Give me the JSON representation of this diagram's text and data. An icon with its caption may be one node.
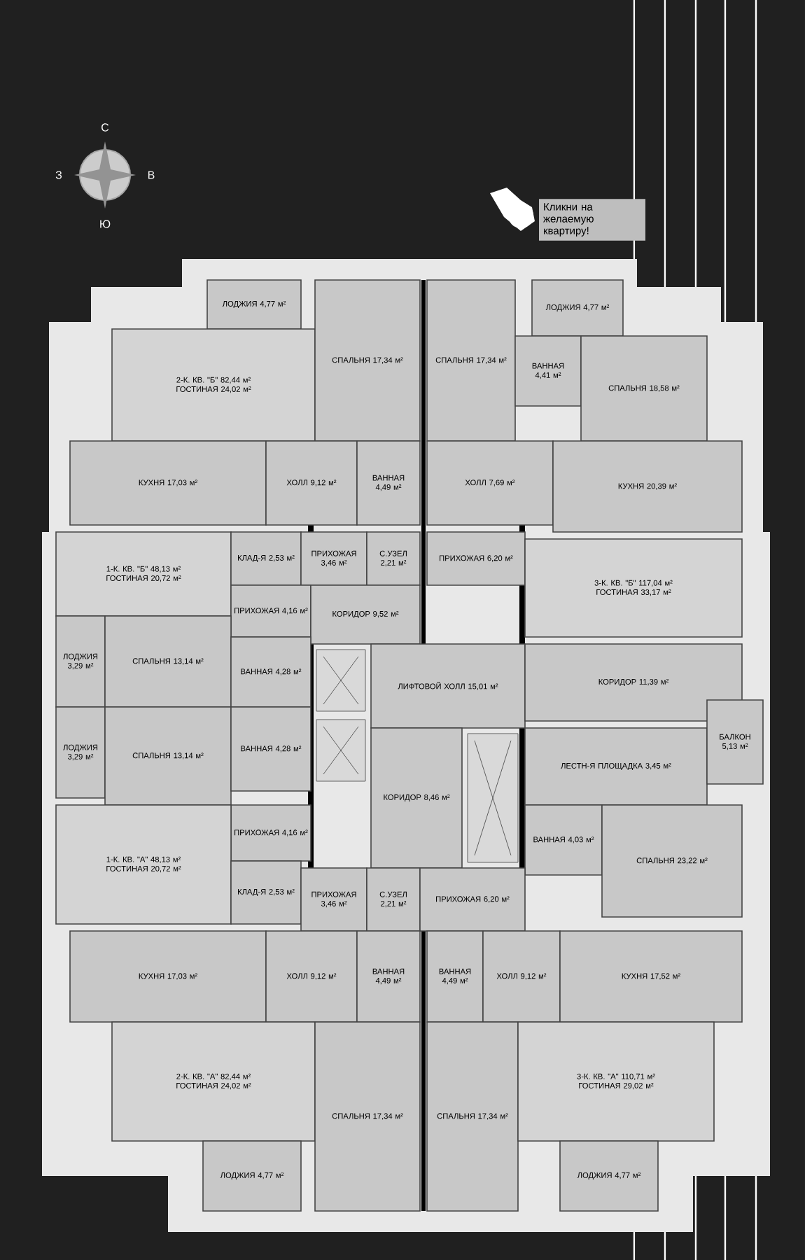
{
  "diagram": {
    "nodes": [
      {
        "text": [
          "ЛОДЖИЯ 4,77 м²"
        ]
      },
      {
        "text": [
          "2-К. КВ. \"Б\" 82,44 м²",
          "ГОСТИНАЯ 24,02 м²"
        ]
      },
      {
        "text": [
          "СПАЛЬНЯ 17,34 м²"
        ]
      },
      {
        "text": [
          "КУХНЯ 17,03 м²"
        ]
      },
      {
        "text": [
          "ХОЛЛ 9,12 м²"
        ]
      },
      {
        "text": [
          "ВАННАЯ 4,49 м²"
        ]
      },
      {
        "text": [
          "СПАЛЬНЯ 17,34 м²"
        ]
      },
      {
        "text": [
          "ЛОДЖИЯ 4,77 м²"
        ]
      },
      {
        "text": [
          "ВАННАЯ 4,41 м²"
        ]
      },
      {
        "text": [
          "СПАЛЬНЯ 18,58 м²"
        ]
      },
      {
        "text": [
          "ХОЛЛ 7,69 м²"
        ]
      },
      {
        "text": [
          "КУХНЯ 20,39 м²"
        ]
      },
      {
        "text": [
          "1-К. КВ. \"Б\" 48,13 м²",
          "ГОСТИНАЯ 20,72 м²"
        ]
      },
      {
        "text": [
          "КЛАД-Я 2,53 м²"
        ]
      },
      {
        "text": [
          "ПРИХОЖАЯ 3,46 м²"
        ]
      },
      {
        "text": [
          "С.УЗЕЛ 2,21 м²"
        ]
      },
      {
        "text": [
          "ПРИХОЖАЯ 6,20 м²"
        ]
      },
      {
        "text": [
          "3-К. КВ. \"Б\" 117,04 м²",
          "ГОСТИНАЯ 33,17 м²"
        ]
      },
      {
        "text": [
          "ПРИХОЖАЯ 4,16 м²"
        ]
      },
      {
        "text": [
          "КОРИДОР 9,52 м²"
        ]
      },
      {
        "text": [
          "ЛОДЖИЯ 3,29 м²"
        ]
      },
      {
        "text": [
          "СПАЛЬНЯ 13,14 м²"
        ]
      },
      {
        "text": [
          "ВАННАЯ 4,28 м²"
        ]
      },
      {
        "text": [
          "ЛИФТОВОЙ ХОЛЛ 15,01 м²"
        ]
      },
      {
        "text": [
          "КОРИДОР 11,39 м²"
        ]
      },
      {
        "text": [
          "ЛЕСТН-Я ПЛОЩАДКА 3,45 м²"
        ]
      },
      {
        "text": [
          "БАЛКОН 5,13 м²"
        ]
      },
      {
        "text": [
          "ЛОДЖИЯ 3,29 м²"
        ]
      },
      {
        "text": [
          "СПАЛЬНЯ 13,14 м²"
        ]
      },
      {
        "text": [
          "ВАННАЯ 4,28 м²"
        ]
      },
      {
        "text": [
          "ПРИХОЖАЯ 4,16 м²"
        ]
      },
      {
        "text": [
          "КОРИДОР 8,46 м²"
        ]
      },
      {
        "text": [
          "ВАННАЯ 4,03 м²"
        ]
      },
      {
        "text": [
          "СПАЛЬНЯ 23,22 м²"
        ]
      },
      {
        "text": [
          "1-К. КВ. \"А\" 48,13 м²",
          "ГОСТИНАЯ 20,72 м²"
        ]
      },
      {
        "text": [
          "КЛАД-Я 2,53 м²"
        ]
      },
      {
        "text": [
          "ПРИХОЖАЯ 3,46 м²"
        ]
      },
      {
        "text": [
          "С.УЗЕЛ 2,21 м²"
        ]
      },
      {
        "text": [
          "ПРИХОЖАЯ 6,20 м²"
        ]
      },
      {
        "text": [
          "КУХНЯ 17,03 м²"
        ]
      },
      {
        "text": [
          "ХОЛЛ 9,12 м²"
        ]
      },
      {
        "text": [
          "ВАННАЯ 4,49 м²"
        ]
      },
      {
        "text": [
          "ВАННАЯ 4,49 м²"
        ]
      },
      {
        "text": [
          "ХОЛЛ 9,12 м²"
        ]
      },
      {
        "text": [
          "КУХНЯ 17,52 м²"
        ]
      },
      {
        "text": [
          "2-К. КВ. \"А\" 82,44 м²",
          "ГОСТИНАЯ 24,02 м²"
        ]
      },
      {
        "text": [
          "СПАЛЬНЯ 17,34 м²"
        ]
      },
      {
        "text": [
          "СПАЛЬНЯ 17,34 м²"
        ]
      },
      {
        "text": [
          "3-К. КВ. \"А\" 110,71 м²",
          "ГОСТИНАЯ 29,02 м²"
        ]
      },
      {
        "text": [
          "ЛОДЖИЯ 4,77 м²"
        ]
      },
      {
        "text": [
          "ЛОДЖИЯ 4,77 м²"
        ]
      }
    ],
    "labels": [
      "С",
      "З",
      "В",
      "Ю",
      "Кликни на желаемую квартиру!"
    ]
  }
}
